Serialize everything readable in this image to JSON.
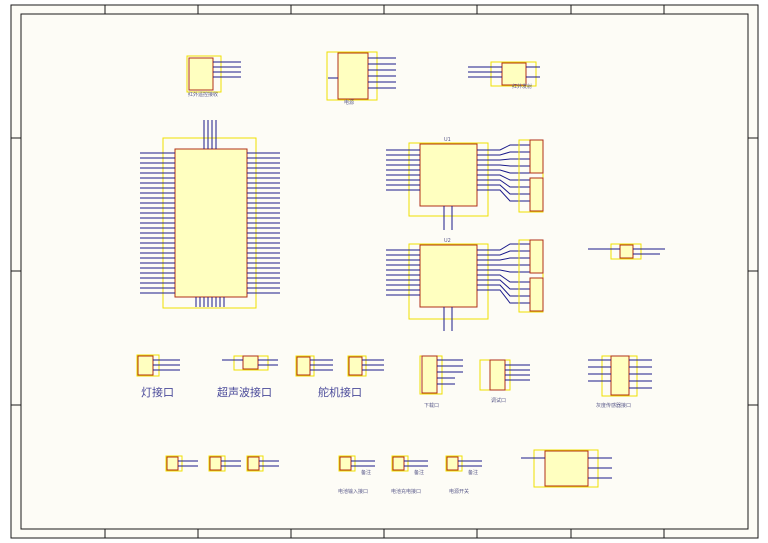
{
  "sheet": {
    "colors": {
      "paper": "#fdfcf6",
      "frame": "#1a1a1a",
      "body_fill": "#ffffc0",
      "body_stroke": "#b03018",
      "select_box": "#f0e000",
      "wire": "#1a1a8a"
    }
  },
  "labels": {
    "top_left_part": "红外遥控接收",
    "top_mid_part": "电源",
    "top_right_part": "红外发射",
    "mcu_a_ref": "U1",
    "mcu_b_ref": "U2",
    "lamp_port": "灯接口",
    "ultrasonic_port": "超声波接口",
    "servo_port": "舵机接口",
    "download_port": "下载口",
    "debug_port": "调试口",
    "grayscale_port": "灰度传感器接口",
    "battery_in": "电池输入接口",
    "charge_port": "电池充电接口",
    "power_switch": "电源开关",
    "pin_note_a": "备注",
    "pin_note_b": "备注",
    "pin_note_c": "备注"
  }
}
